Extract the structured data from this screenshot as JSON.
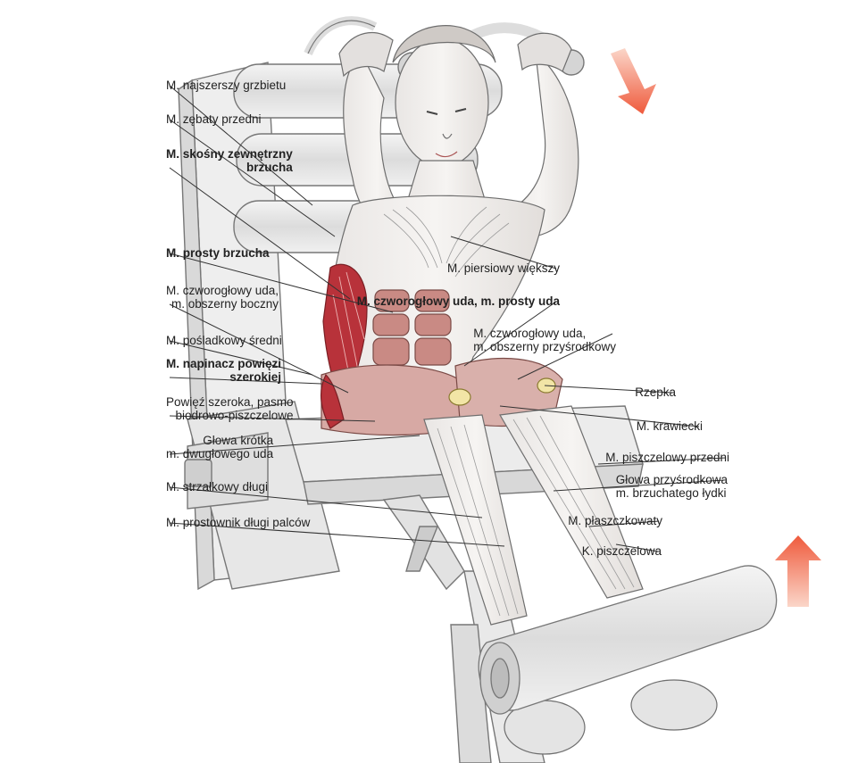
{
  "labels_left": [
    {
      "id": "latissimus",
      "lines": [
        "M. najszerszy grzbietu"
      ],
      "bold": false
    },
    {
      "id": "serratus",
      "lines": [
        "M. zębaty przedni"
      ],
      "bold": false
    },
    {
      "id": "obliquus",
      "lines": [
        "M. skośny zewnętrzny",
        "brzucha"
      ],
      "bold": true
    },
    {
      "id": "rectus-abd",
      "lines": [
        "M. prosty brzucha"
      ],
      "bold": true
    },
    {
      "id": "vastus-lat",
      "lines": [
        "M. czworogłowy uda,",
        "m. obszerny boczny"
      ],
      "bold": false
    },
    {
      "id": "gluteus-med",
      "lines": [
        "M. pośladkowy średni"
      ],
      "bold": false
    },
    {
      "id": "tensor",
      "lines": [
        "M. napinacz powięzi",
        "szerokiej"
      ],
      "bold": true
    },
    {
      "id": "it-band",
      "lines": [
        "Powięź szeroka, pasmo",
        "biodrowo-piszczelowe"
      ],
      "bold": false
    },
    {
      "id": "biceps-fem",
      "lines": [
        "Głowa krótka",
        "m. dwugłowego uda"
      ],
      "bold": false
    },
    {
      "id": "peroneus",
      "lines": [
        "M. strzałkowy długi"
      ],
      "bold": false
    },
    {
      "id": "ext-digit",
      "lines": [
        "M. prostownik długi palców"
      ],
      "bold": false
    }
  ],
  "labels_right": [
    {
      "id": "pectoralis",
      "lines": [
        "M. piersiowy większy"
      ],
      "bold": false
    },
    {
      "id": "rectus-fem",
      "lines": [
        "M. czworogłowy uda, m. prosty uda"
      ],
      "bold": true
    },
    {
      "id": "vastus-med",
      "lines": [
        "M. czworogłowy uda,",
        "m. obszerny przyśrodkowy"
      ],
      "bold": false
    },
    {
      "id": "patella",
      "lines": [
        "Rzepka"
      ],
      "bold": false
    },
    {
      "id": "sartorius",
      "lines": [
        "M. krawiecki"
      ],
      "bold": false
    },
    {
      "id": "tib-ant",
      "lines": [
        "M. piszczelowy przedni"
      ],
      "bold": false
    },
    {
      "id": "gastroc",
      "lines": [
        "Głowa przyśrodkowa",
        "m. brzuchatego łydki"
      ],
      "bold": false
    },
    {
      "id": "soleus",
      "lines": [
        "M. płaszczkowaty"
      ],
      "bold": false
    },
    {
      "id": "tibia",
      "lines": [
        "K. piszczelowa"
      ],
      "bold": false
    }
  ],
  "colors": {
    "arrow": "#f26a4f",
    "muscle_highlight": "#b8323a",
    "muscle_shade": "#c98a84",
    "sketch": "#7a7a7a",
    "leader": "#333333"
  },
  "icons": {
    "arrow_down": "arrow-down-icon",
    "arrow_up": "arrow-up-icon"
  }
}
